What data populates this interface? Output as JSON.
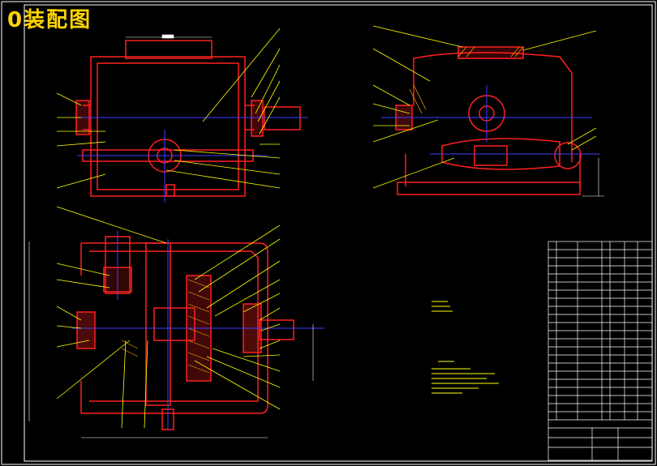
{
  "drawing": {
    "title": "0装配图"
  },
  "colors": {
    "background": "#000000",
    "frame": "#ffffff",
    "housing": "#ff2020",
    "leader": "#ffff00",
    "centerline": "#4040ff",
    "table": "#ffffff"
  },
  "views": [
    {
      "name": "top-view"
    },
    {
      "name": "side-view"
    },
    {
      "name": "plan-view"
    }
  ]
}
